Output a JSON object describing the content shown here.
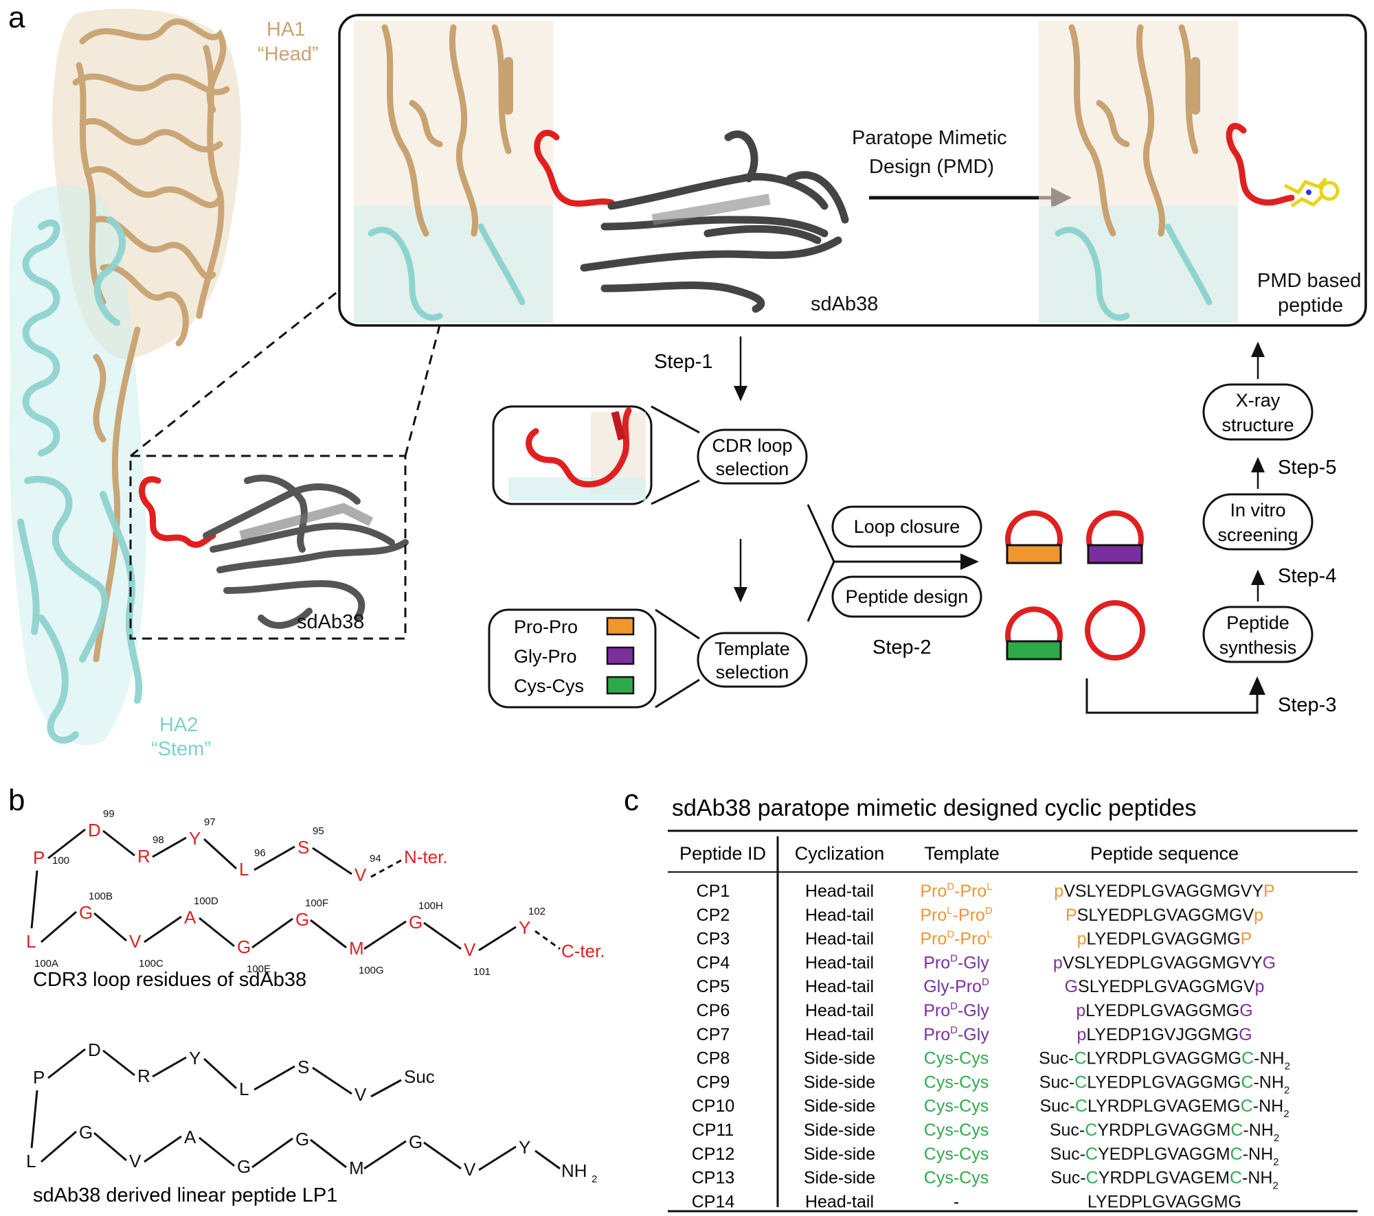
{
  "panels": {
    "a": "a",
    "b": "b",
    "c": "c"
  },
  "colors": {
    "head": "#c8a271",
    "stem": "#7fd0cc",
    "loop": "#e02020",
    "sdab": "#555555",
    "pro_pro": "#f0962e",
    "gly_pro": "#7b2f9e",
    "cys_cys": "#2eaa4a",
    "dark": "#111111"
  },
  "panel_a": {
    "head_label_1": "HA1",
    "head_label_2": "“Head”",
    "stem_label_1": "HA2",
    "stem_label_2": "“Stem”",
    "sdab_left": "sdAb38",
    "sdab_inset": "sdAb38",
    "pmd_line1": "Paratope Mimetic",
    "pmd_line2": "Design (PMD)",
    "pmd_peptide_1": "PMD based",
    "pmd_peptide_2": "peptide",
    "step1": "Step-1",
    "step2": "Step-2",
    "step3": "Step-3",
    "step4": "Step-4",
    "step5": "Step-5",
    "cdr_1": "CDR loop",
    "cdr_2": "selection",
    "template_1": "Template",
    "template_2": "selection",
    "loop_closure": "Loop closure",
    "peptide_design": "Peptide design",
    "legend": [
      {
        "label": "Pro-Pro",
        "color": "#f0962e"
      },
      {
        "label": "Gly-Pro",
        "color": "#7b2f9e"
      },
      {
        "label": "Cys-Cys",
        "color": "#2eaa4a"
      }
    ],
    "synthesis_1": "Peptide",
    "synthesis_2": "synthesis",
    "screening_1": "In vitro",
    "screening_2": "screening",
    "xray_1": "X-ray",
    "xray_2": "structure"
  },
  "panel_b": {
    "cdr_caption": "CDR3 loop residues of sdAb38",
    "lp_caption": "sdAb38 derived linear peptide LP1",
    "cdr_residues": [
      {
        "aa": "P",
        "num": "100"
      },
      {
        "aa": "D",
        "num": "99"
      },
      {
        "aa": "R",
        "num": "98"
      },
      {
        "aa": "Y",
        "num": "97"
      },
      {
        "aa": "L",
        "num": "96"
      },
      {
        "aa": "S",
        "num": "95"
      },
      {
        "aa": "V",
        "num": "94"
      },
      {
        "aa": "L",
        "num": "100A"
      },
      {
        "aa": "G",
        "num": "100B"
      },
      {
        "aa": "V",
        "num": "100C"
      },
      {
        "aa": "A",
        "num": "100D"
      },
      {
        "aa": "G",
        "num": "100E"
      },
      {
        "aa": "G",
        "num": "100F"
      },
      {
        "aa": "M",
        "num": "100G"
      },
      {
        "aa": "G",
        "num": "100H"
      },
      {
        "aa": "V",
        "num": "101"
      },
      {
        "aa": "Y",
        "num": "102"
      }
    ],
    "n_ter": "N-ter.",
    "c_ter": "C-ter.",
    "lp_residues": [
      "P",
      "D",
      "R",
      "Y",
      "L",
      "S",
      "V",
      "L",
      "G",
      "V",
      "A",
      "G",
      "G",
      "M",
      "G",
      "V",
      "Y"
    ],
    "suc": "Suc",
    "nh2": "NH",
    "nh2_sub": "2"
  },
  "panel_c": {
    "title": "sdAb38 paratope mimetic designed cyclic peptides",
    "headers": [
      "Peptide ID",
      "Cyclization",
      "Template",
      "Peptide sequence"
    ],
    "rows": [
      {
        "id": "CP1",
        "cyc": "Head-tail",
        "tmpl": [
          [
            "Pro",
            ""
          ],
          [
            "D",
            "sup"
          ],
          [
            "-Pro",
            ""
          ],
          [
            "L",
            "sup"
          ]
        ],
        "tc": "#f0962e",
        "seq": [
          [
            "p",
            "#f0962e"
          ],
          [
            "VSLYEDPLGVAGGMGVY",
            "#111111"
          ],
          [
            "P",
            "#f0962e"
          ]
        ]
      },
      {
        "id": "CP2",
        "cyc": "Head-tail",
        "tmpl": [
          [
            "Pro",
            ""
          ],
          [
            "L",
            "sup"
          ],
          [
            "-Pro",
            ""
          ],
          [
            "D",
            "sup"
          ]
        ],
        "tc": "#f0962e",
        "seq": [
          [
            "P",
            "#f0962e"
          ],
          [
            "SLYEDPLGVAGGMGV",
            "#111111"
          ],
          [
            "p",
            "#f0962e"
          ]
        ]
      },
      {
        "id": "CP3",
        "cyc": "Head-tail",
        "tmpl": [
          [
            "Pro",
            ""
          ],
          [
            "D",
            "sup"
          ],
          [
            "-Pro",
            ""
          ],
          [
            "L",
            "sup"
          ]
        ],
        "tc": "#f0962e",
        "seq": [
          [
            "p",
            "#f0962e"
          ],
          [
            "LYEDPLGVAGGMG",
            "#111111"
          ],
          [
            "P",
            "#f0962e"
          ]
        ]
      },
      {
        "id": "CP4",
        "cyc": "Head-tail",
        "tmpl": [
          [
            "Pro",
            ""
          ],
          [
            "D",
            "sup"
          ],
          [
            "-Gly",
            ""
          ]
        ],
        "tc": "#7b2f9e",
        "seq": [
          [
            "p",
            "#7b2f9e"
          ],
          [
            "VSLYEDPLGVAGGMGVY",
            "#111111"
          ],
          [
            "G",
            "#7b2f9e"
          ]
        ]
      },
      {
        "id": "CP5",
        "cyc": "Head-tail",
        "tmpl": [
          [
            "Gly-Pro",
            ""
          ],
          [
            "D",
            "sup"
          ]
        ],
        "tc": "#7b2f9e",
        "seq": [
          [
            "G",
            "#7b2f9e"
          ],
          [
            "SLYEDPLGVAGGMGV",
            "#111111"
          ],
          [
            "p",
            "#7b2f9e"
          ]
        ]
      },
      {
        "id": "CP6",
        "cyc": "Head-tail",
        "tmpl": [
          [
            "Pro",
            ""
          ],
          [
            "D",
            "sup"
          ],
          [
            "-Gly",
            ""
          ]
        ],
        "tc": "#7b2f9e",
        "seq": [
          [
            "p",
            "#7b2f9e"
          ],
          [
            "LYEDPLGVAGGMG",
            "#111111"
          ],
          [
            "G",
            "#7b2f9e"
          ]
        ]
      },
      {
        "id": "CP7",
        "cyc": "Head-tail",
        "tmpl": [
          [
            "Pro",
            ""
          ],
          [
            "D",
            "sup"
          ],
          [
            "-Gly",
            ""
          ]
        ],
        "tc": "#7b2f9e",
        "seq": [
          [
            "p",
            "#7b2f9e"
          ],
          [
            "LYEDP1GVJGGMG",
            "#111111"
          ],
          [
            "G",
            "#7b2f9e"
          ]
        ]
      },
      {
        "id": "CP8",
        "cyc": "Side-side",
        "tmpl": [
          [
            "Cys-Cys",
            ""
          ]
        ],
        "tc": "#2eaa4a",
        "seq": [
          [
            "Suc-",
            "#111111"
          ],
          [
            "C",
            "#2eaa4a"
          ],
          [
            "LYRDPLGVAGGMG",
            "#111111"
          ],
          [
            "C",
            "#2eaa4a"
          ],
          [
            "-NH",
            "#111111"
          ],
          [
            "2",
            "sub"
          ]
        ]
      },
      {
        "id": "CP9",
        "cyc": "Side-side",
        "tmpl": [
          [
            "Cys-Cys",
            ""
          ]
        ],
        "tc": "#2eaa4a",
        "seq": [
          [
            "Suc-",
            "#111111"
          ],
          [
            "C",
            "#2eaa4a"
          ],
          [
            "LYEDPLGVAGGMG",
            "#111111"
          ],
          [
            "C",
            "#2eaa4a"
          ],
          [
            "-NH",
            "#111111"
          ],
          [
            "2",
            "sub"
          ]
        ]
      },
      {
        "id": "CP10",
        "cyc": "Side-side",
        "tmpl": [
          [
            "Cys-Cys",
            ""
          ]
        ],
        "tc": "#2eaa4a",
        "seq": [
          [
            "Suc-",
            "#111111"
          ],
          [
            "C",
            "#2eaa4a"
          ],
          [
            "LYRDPLGVAGEMG",
            "#111111"
          ],
          [
            "C",
            "#2eaa4a"
          ],
          [
            "-NH",
            "#111111"
          ],
          [
            "2",
            "sub"
          ]
        ]
      },
      {
        "id": "CP11",
        "cyc": "Side-side",
        "tmpl": [
          [
            "Cys-Cys",
            ""
          ]
        ],
        "tc": "#2eaa4a",
        "seq": [
          [
            "Suc-",
            "#111111"
          ],
          [
            "C",
            "#2eaa4a"
          ],
          [
            "YRDPLGVAGGM",
            "#111111"
          ],
          [
            "C",
            "#2eaa4a"
          ],
          [
            "-NH",
            "#111111"
          ],
          [
            "2",
            "sub"
          ]
        ]
      },
      {
        "id": "CP12",
        "cyc": "Side-side",
        "tmpl": [
          [
            "Cys-Cys",
            ""
          ]
        ],
        "tc": "#2eaa4a",
        "seq": [
          [
            "Suc-",
            "#111111"
          ],
          [
            "C",
            "#2eaa4a"
          ],
          [
            "YEDPLGVAGGM",
            "#111111"
          ],
          [
            "C",
            "#2eaa4a"
          ],
          [
            "-NH",
            "#111111"
          ],
          [
            "2",
            "sub"
          ]
        ]
      },
      {
        "id": "CP13",
        "cyc": "Side-side",
        "tmpl": [
          [
            "Cys-Cys",
            ""
          ]
        ],
        "tc": "#2eaa4a",
        "seq": [
          [
            "Suc-",
            "#111111"
          ],
          [
            "C",
            "#2eaa4a"
          ],
          [
            "YRDPLGVAGEM",
            "#111111"
          ],
          [
            "C",
            "#2eaa4a"
          ],
          [
            "-NH",
            "#111111"
          ],
          [
            "2",
            "sub"
          ]
        ]
      },
      {
        "id": "CP14",
        "cyc": "Head-tail",
        "tmpl": [
          [
            "-",
            ""
          ]
        ],
        "tc": "#111111",
        "seq": [
          [
            "LYEDPLGVAGGMG",
            "#111111"
          ]
        ]
      }
    ]
  }
}
